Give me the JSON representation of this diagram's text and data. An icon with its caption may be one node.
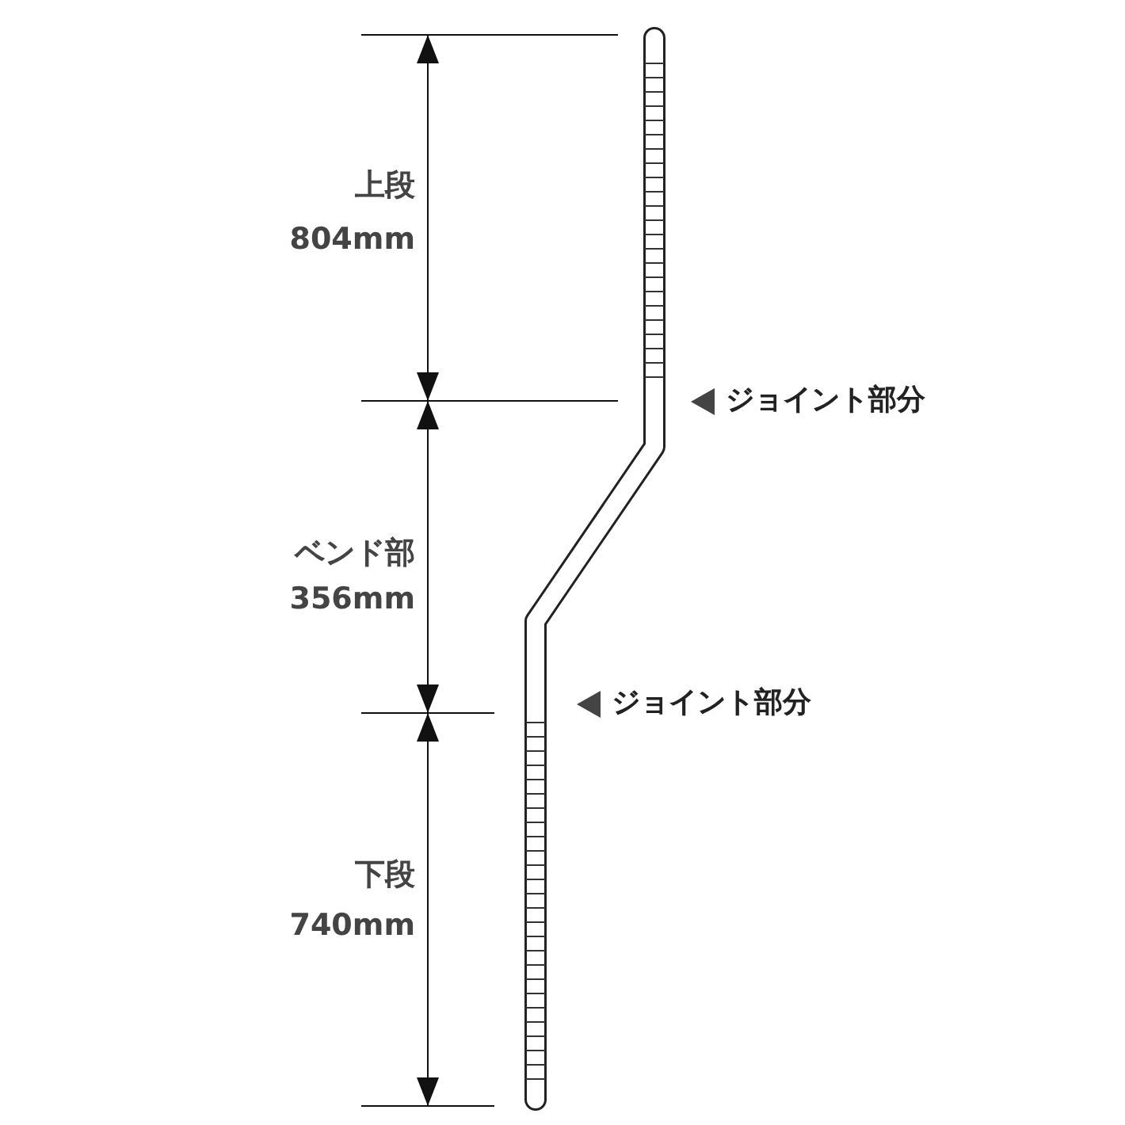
{
  "diagram": {
    "labels": [
      "上段",
      "804mm",
      "ジョイント部分",
      "ベンド部",
      "356mm",
      "ジョイント部分",
      "下段",
      "740mm"
    ]
  }
}
